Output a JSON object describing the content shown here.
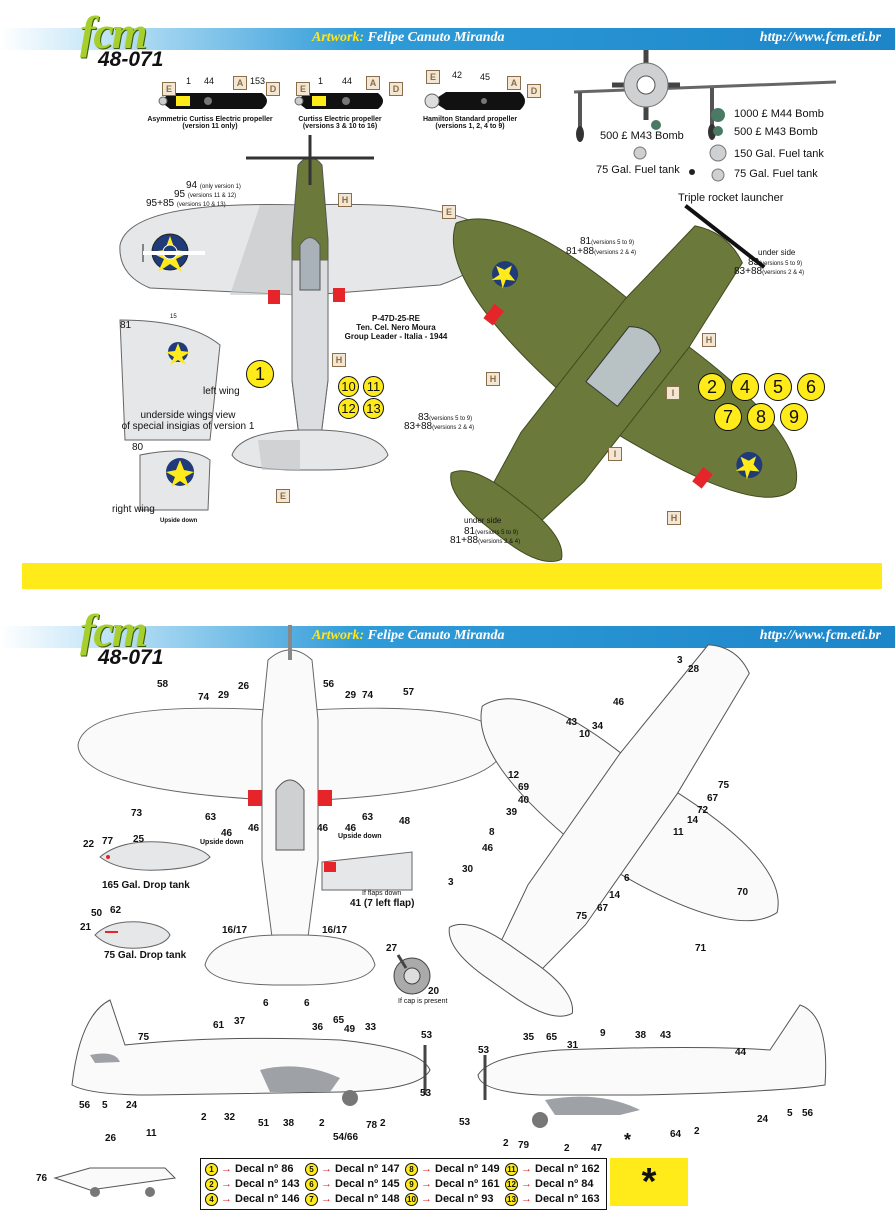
{
  "header": {
    "brand": "fcm",
    "code": "48-071",
    "artist_label": "Artwork:",
    "artist_name": "Felipe Canuto Miranda",
    "url": "http://www.fcm.eti.br"
  },
  "propellers": [
    {
      "caption_l1": "Asymmetric Curtiss Electric propeller",
      "caption_l2": "(version 11 only)",
      "nums": [
        "1",
        "44",
        "153"
      ]
    },
    {
      "caption_l1": "Curtiss Electric propeller",
      "caption_l2": "(versions 3 & 10 to 16)",
      "nums": [
        "1",
        "44"
      ]
    },
    {
      "caption_l1": "Hamilton Standard propeller",
      "caption_l2": "(versions 1, 2, 4 to 9)",
      "nums": [
        "42",
        "45"
      ]
    }
  ],
  "stores": {
    "bomb_1000": "1000 £ M44 Bomb",
    "bomb_500_m44": "500 £ M43 Bomb",
    "bomb_500_m43": "500 £ M43 Bomb",
    "tank_75_left": "75 Gal. Fuel tank",
    "tank_150": "150 Gal. Fuel tank",
    "tank_75_right": "75 Gal. Fuel tank",
    "rocket": "Triple rocket launcher"
  },
  "top_notes": {
    "n94": "94",
    "n94_note": "(only version 1)",
    "n95": "95",
    "n95_note": "(versions 11 & 12)",
    "n9585": "95+85",
    "n9585_note": "(versions 10 & 13)",
    "aircraft_l1": "P-47D-25-RE",
    "aircraft_l2": "Ten. Cel. Nero Moura",
    "aircraft_l3": "Group Leader - Italia - 1944",
    "left_wing": "left wing",
    "underside_l1": "underside wings view",
    "underside_l2": "of special insigias of version 1",
    "right_wing": "right wing",
    "upside_down": "Upside down",
    "n81": "81",
    "n80": "80",
    "n15": "15"
  },
  "side_notes": {
    "n81a": "81",
    "n81a_note": "(versions 5 to 9)",
    "n8188a": "81+88",
    "n8188a_note": "(versions 2 & 4)",
    "under_side_a": "under side",
    "n83a": "83",
    "n83a_note": "(versions 5 to 9)",
    "n8388a": "83+88",
    "n8388a_note": "(versions 2 & 4)",
    "n83b": "83",
    "n83b_note": "(versions 5 to 9)",
    "n8388b": "83+88",
    "n8388b_note": "(versions 2 & 4)",
    "under_side_b": "under side",
    "n81b": "81",
    "n81b_note": "(versions 5 to 9)",
    "n8188b": "81+88",
    "n8188b_note": "(versions 2 & 4)"
  },
  "version_tags": [
    "1",
    "10",
    "11",
    "12",
    "13",
    "2",
    "4",
    "5",
    "6",
    "7",
    "8",
    "9"
  ],
  "letters": [
    "E",
    "A",
    "D",
    "E",
    "A",
    "D",
    "E",
    "A",
    "D",
    "H",
    "E",
    "H",
    "E",
    "H",
    "H",
    "I",
    "I",
    "H"
  ],
  "lower": {
    "drop165": "165 Gal. Drop tank",
    "drop75": "75 Gal. Drop tank",
    "flaps_note": "If flaps down",
    "flaps_decal": "41 (7 left flap)",
    "cap_note": "If cap is present",
    "upside_down_1": "Upside down",
    "upside_down_2": "Upside down",
    "star": "*"
  },
  "callouts": [
    "58",
    "74",
    "29",
    "26",
    "56",
    "29",
    "74",
    "57",
    "73",
    "63",
    "46",
    "46",
    "46",
    "46",
    "63",
    "48",
    "22",
    "77",
    "25",
    "50",
    "62",
    "21",
    "16/17",
    "16/17",
    "6",
    "6",
    "27",
    "20",
    "28",
    "3",
    "46",
    "43",
    "34",
    "10",
    "12",
    "69",
    "40",
    "39",
    "46",
    "8",
    "30",
    "3",
    "75",
    "67",
    "72",
    "14",
    "11",
    "6",
    "14",
    "67",
    "75",
    "70",
    "71",
    "75",
    "61",
    "37",
    "36",
    "49",
    "65",
    "33",
    "53",
    "56",
    "5",
    "24",
    "2",
    "32",
    "51",
    "38",
    "2",
    "54/66",
    "78",
    "2",
    "53",
    "35",
    "65",
    "31",
    "9",
    "38",
    "43",
    "44",
    "53",
    "53",
    "2",
    "79",
    "2",
    "47",
    "64",
    "2",
    "24",
    "5",
    "56",
    "26",
    "11",
    "76"
  ],
  "legend": [
    {
      "tag": "1",
      "decal": "Decal nº 86"
    },
    {
      "tag": "2",
      "decal": "Decal nº 143"
    },
    {
      "tag": "4",
      "decal": "Decal nº 146"
    },
    {
      "tag": "5",
      "decal": "Decal nº 147"
    },
    {
      "tag": "6",
      "decal": "Decal nº 145"
    },
    {
      "tag": "7",
      "decal": "Decal nº 148"
    },
    {
      "tag": "8",
      "decal": "Decal nº 149"
    },
    {
      "tag": "9",
      "decal": "Decal nº 161"
    },
    {
      "tag": "10",
      "decal": "Decal nº 93"
    },
    {
      "tag": "11",
      "decal": "Decal nº 162"
    },
    {
      "tag": "12",
      "decal": "Decal nº 84"
    },
    {
      "tag": "13",
      "decal": "Decal nº 163"
    }
  ],
  "colors": {
    "olive": "#6b7a3a",
    "grey": "#e6e7e9",
    "yellow": "#ffeb1a",
    "red": "#e52529",
    "blue": "#1c86c9"
  }
}
